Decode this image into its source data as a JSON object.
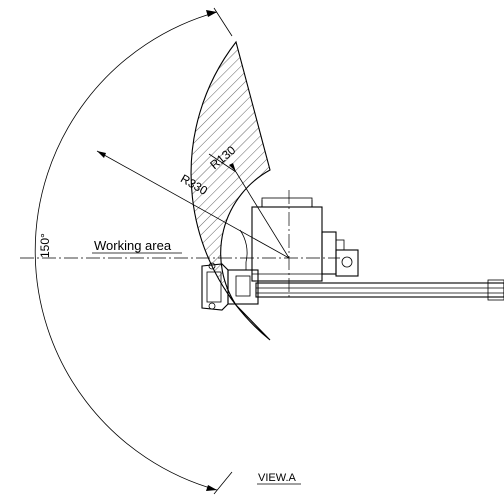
{
  "view_label": "VIEW.A",
  "labels": {
    "working_area": "Working area",
    "inner_radius": "R130",
    "outer_radius": "R330",
    "sweep_angle": "150°"
  },
  "geometry_values": {
    "inner_radius": 130,
    "outer_radius": 330,
    "sweep_angle_deg": 150
  }
}
